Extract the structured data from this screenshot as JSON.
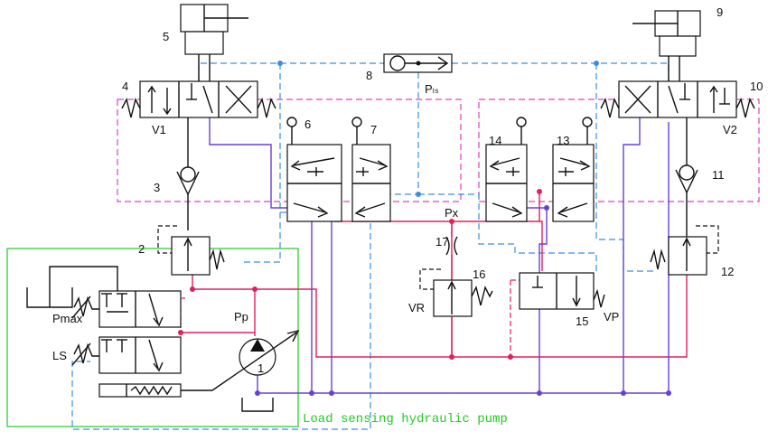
{
  "diagram": {
    "component_numbers": [
      "1",
      "2",
      "3",
      "4",
      "5",
      "6",
      "7",
      "8",
      "9",
      "10",
      "11",
      "12",
      "13",
      "14",
      "15",
      "16",
      "17"
    ],
    "labels": {
      "v1": "V1",
      "v2": "V2",
      "pls": "Pₗₛ",
      "px": "Px",
      "pp": "Pp",
      "pmax": "Pmax",
      "ls": "LS",
      "vr": "VR",
      "vp": "VP"
    },
    "caption": "Load sensing hydraulic pump",
    "colors": {
      "pressure_line": "#e0205a",
      "return_line": "#6a3fd6",
      "signal_line": "#3a8fe0",
      "valve_group_boundary": "#e040c8",
      "pump_unit_boundary": "#33cc33",
      "component": "#111111"
    }
  }
}
